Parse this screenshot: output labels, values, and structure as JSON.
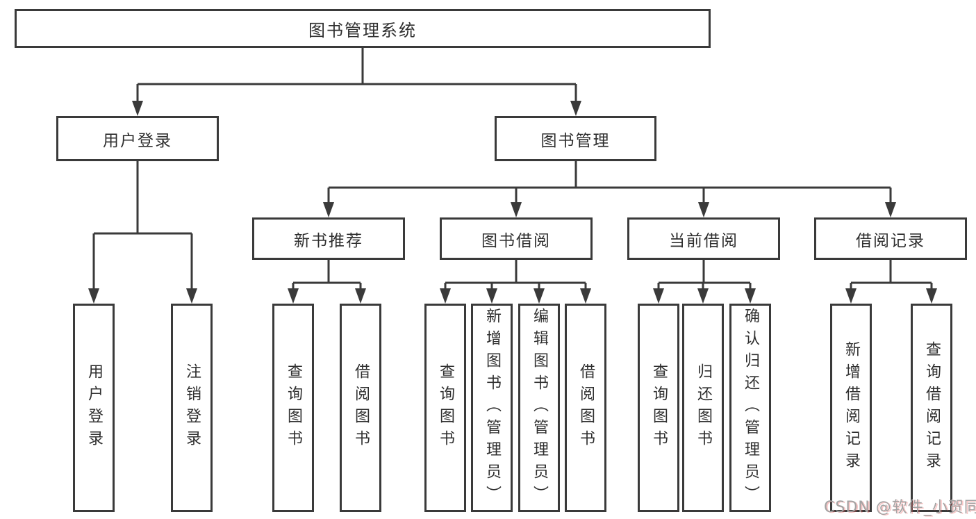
{
  "nodes": {
    "root": "图书管理系统",
    "user_login": "用户登录",
    "book_mgmt": "图书管理",
    "new_books": "新书推荐",
    "book_borrow": "图书借阅",
    "current_borrow": "当前借阅",
    "borrow_records": "借阅记录"
  },
  "leaves": {
    "user_login": [
      "用户登录",
      "注销登录"
    ],
    "new_books": [
      "查询图书",
      "借阅图书"
    ],
    "book_borrow": [
      "查询图书",
      "新增图书（管理员）",
      "编辑图书（管理员）",
      "借阅图书"
    ],
    "current_borrow": [
      "查询图书",
      "归还图书",
      "确认归还（管理员）"
    ],
    "borrow_records": [
      "新增借阅记录",
      "查询借阅记录"
    ]
  },
  "watermark": "CSDN @软件_小贺同学",
  "colors": {
    "line": "#3a3a3a",
    "text": "#2f2f2f",
    "watermark": "#a3a3a3"
  }
}
